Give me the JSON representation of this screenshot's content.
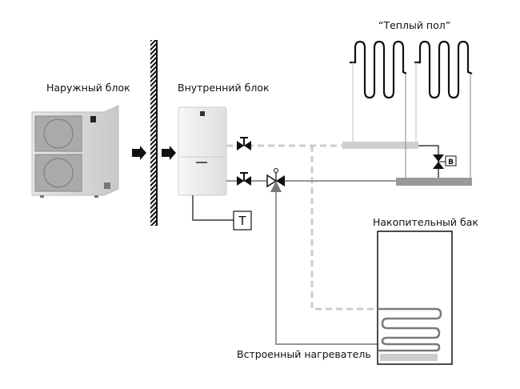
{
  "labels": {
    "outdoor_unit": "Наружный блок",
    "indoor_unit": "Внутренний блок",
    "floor_heating": "“Теплый пол”",
    "storage_tank": "Накопительный бак",
    "builtin_heater": "Встроенный нагреватель",
    "thermostat": "T",
    "valve_b": "B"
  },
  "colors": {
    "line_dark": "#111111",
    "line_gray": "#999999",
    "line_light": "#cccccc",
    "collector_light": "#cfcfcf",
    "collector_dark": "#999999",
    "coil": "#7a7a7a",
    "heater": "#cccccc"
  }
}
